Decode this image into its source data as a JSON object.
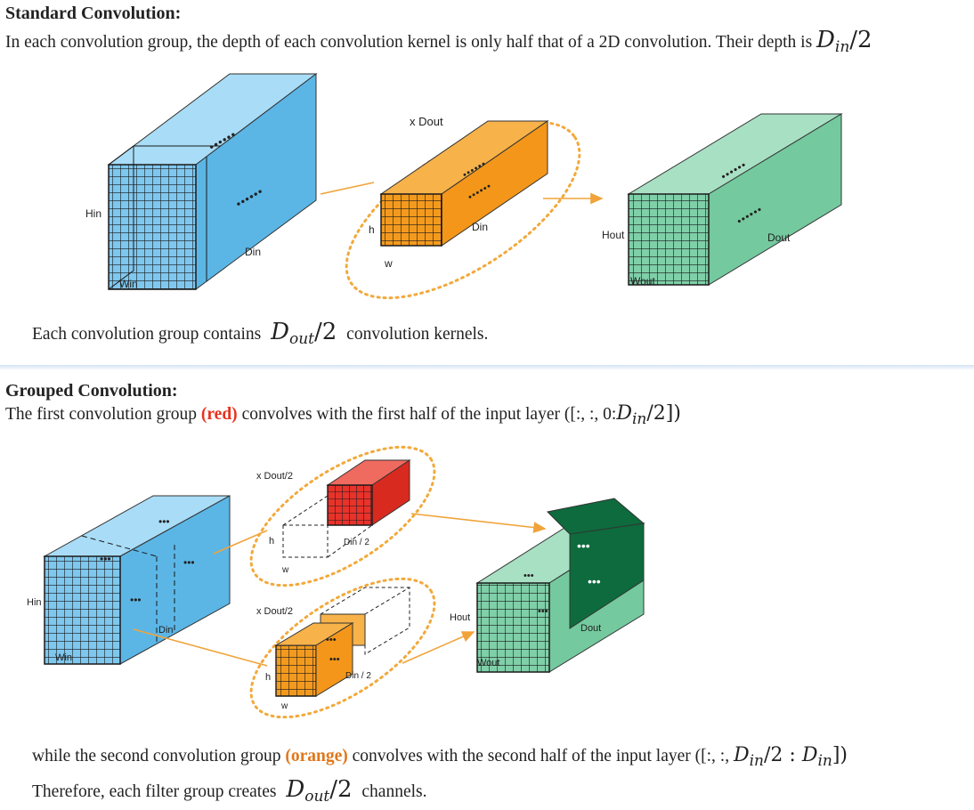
{
  "standard": {
    "heading": "Standard Convolution:",
    "description": "In each convolution group, the depth of each convolution kernel is only half that of a 2D convolution. Their depth is",
    "depth_math": "D",
    "depth_sub": "in",
    "depth_tail": "/2",
    "labels": {
      "hin": "Hin",
      "win": "Win",
      "din": "Din",
      "kernel_count": "x Dout",
      "kh": "h",
      "kw": "w",
      "kdin": "Din",
      "hout": "Hout",
      "wout": "Wout",
      "dout": "Dout"
    },
    "note_pre": "Each convolution group contains",
    "note_math": "D",
    "note_sub": "out",
    "note_tail": "/2",
    "note_post": "convolution kernels."
  },
  "grouped": {
    "heading": "Grouped Convolution:",
    "line1_pre": "The first convolution group",
    "line1_group": "(red)",
    "line1_post": "convolves with the first half of the input layer ([:, :, 0:",
    "line1_math": "D",
    "line1_sub": "in",
    "line1_tail": "/2])",
    "labels": {
      "hin": "Hin",
      "win": "Win",
      "din": "Din",
      "k1_count": "x Dout/2",
      "k1_h": "h",
      "k1_w": "w",
      "k1_din": "Din / 2",
      "k2_count": "x Dout/2",
      "k2_h": "h",
      "k2_w": "w",
      "k2_din": "Din / 2",
      "hout": "Hout",
      "wout": "Wout",
      "dout": "Dout"
    },
    "line2_pre": "while the second convolution group",
    "line2_group": "(orange)",
    "line2_post": "convolves with the second half of the input layer ([:, :,",
    "line2_math_a": "D",
    "line2_sub_a": "in",
    "line2_mid": "/2 :",
    "line2_math_b": "D",
    "line2_sub_b": "in",
    "line2_tail": "])",
    "line3_pre": "Therefore, each filter group creates",
    "line3_math": "D",
    "line3_sub": "out",
    "line3_tail": "/2",
    "line3_post": "channels."
  },
  "colors": {
    "input_blue": "#7ec7ee",
    "kernel_orange": "#f39a1e",
    "kernel_red": "#e8322a",
    "output_green": "#7fcfa8",
    "output_dark_green": "#0d6b3d",
    "arrow": "#f0a33a"
  }
}
